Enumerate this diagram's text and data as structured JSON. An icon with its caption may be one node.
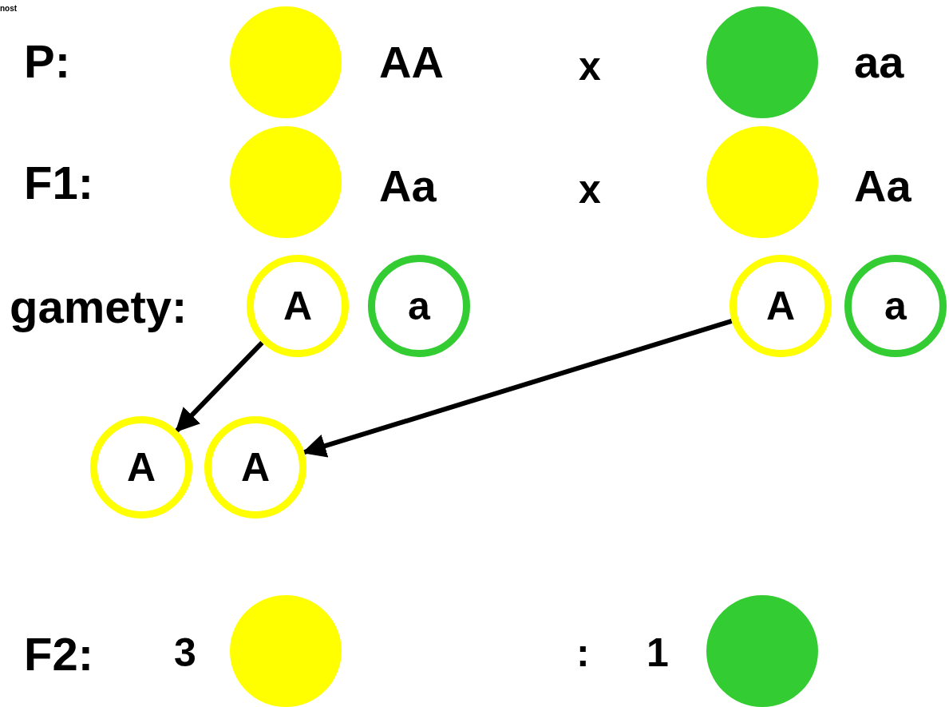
{
  "diagram": {
    "nodes": [
      {
        "text": [],
        "shape": "circle",
        "beside": [
          "AA"
        ]
      },
      {
        "text": [],
        "shape": "circle",
        "beside": [
          "aa"
        ]
      },
      {
        "text": [],
        "shape": "circle",
        "beside": [
          "Aa"
        ]
      },
      {
        "text": [],
        "shape": "circle",
        "beside": [
          "Aa"
        ]
      },
      {
        "text": [
          "A"
        ]
      },
      {
        "text": [
          "a"
        ]
      },
      {
        "text": [
          "A"
        ]
      },
      {
        "text": [
          "a"
        ]
      },
      {
        "text": [
          "A"
        ]
      },
      {
        "text": [
          "A"
        ]
      },
      {
        "text": [],
        "shape": "circle"
      },
      {
        "text": [],
        "shape": "circle"
      }
    ],
    "edges": [
      {
        "from": 4,
        "to": 8,
        "arrow": "to"
      },
      {
        "from": 6,
        "to": 9,
        "arrow": "to"
      }
    ],
    "labels": [
      "nost",
      "P:",
      "x",
      "F1:",
      "x",
      "gamety:",
      "F2:",
      "3",
      ":",
      "1"
    ]
  }
}
